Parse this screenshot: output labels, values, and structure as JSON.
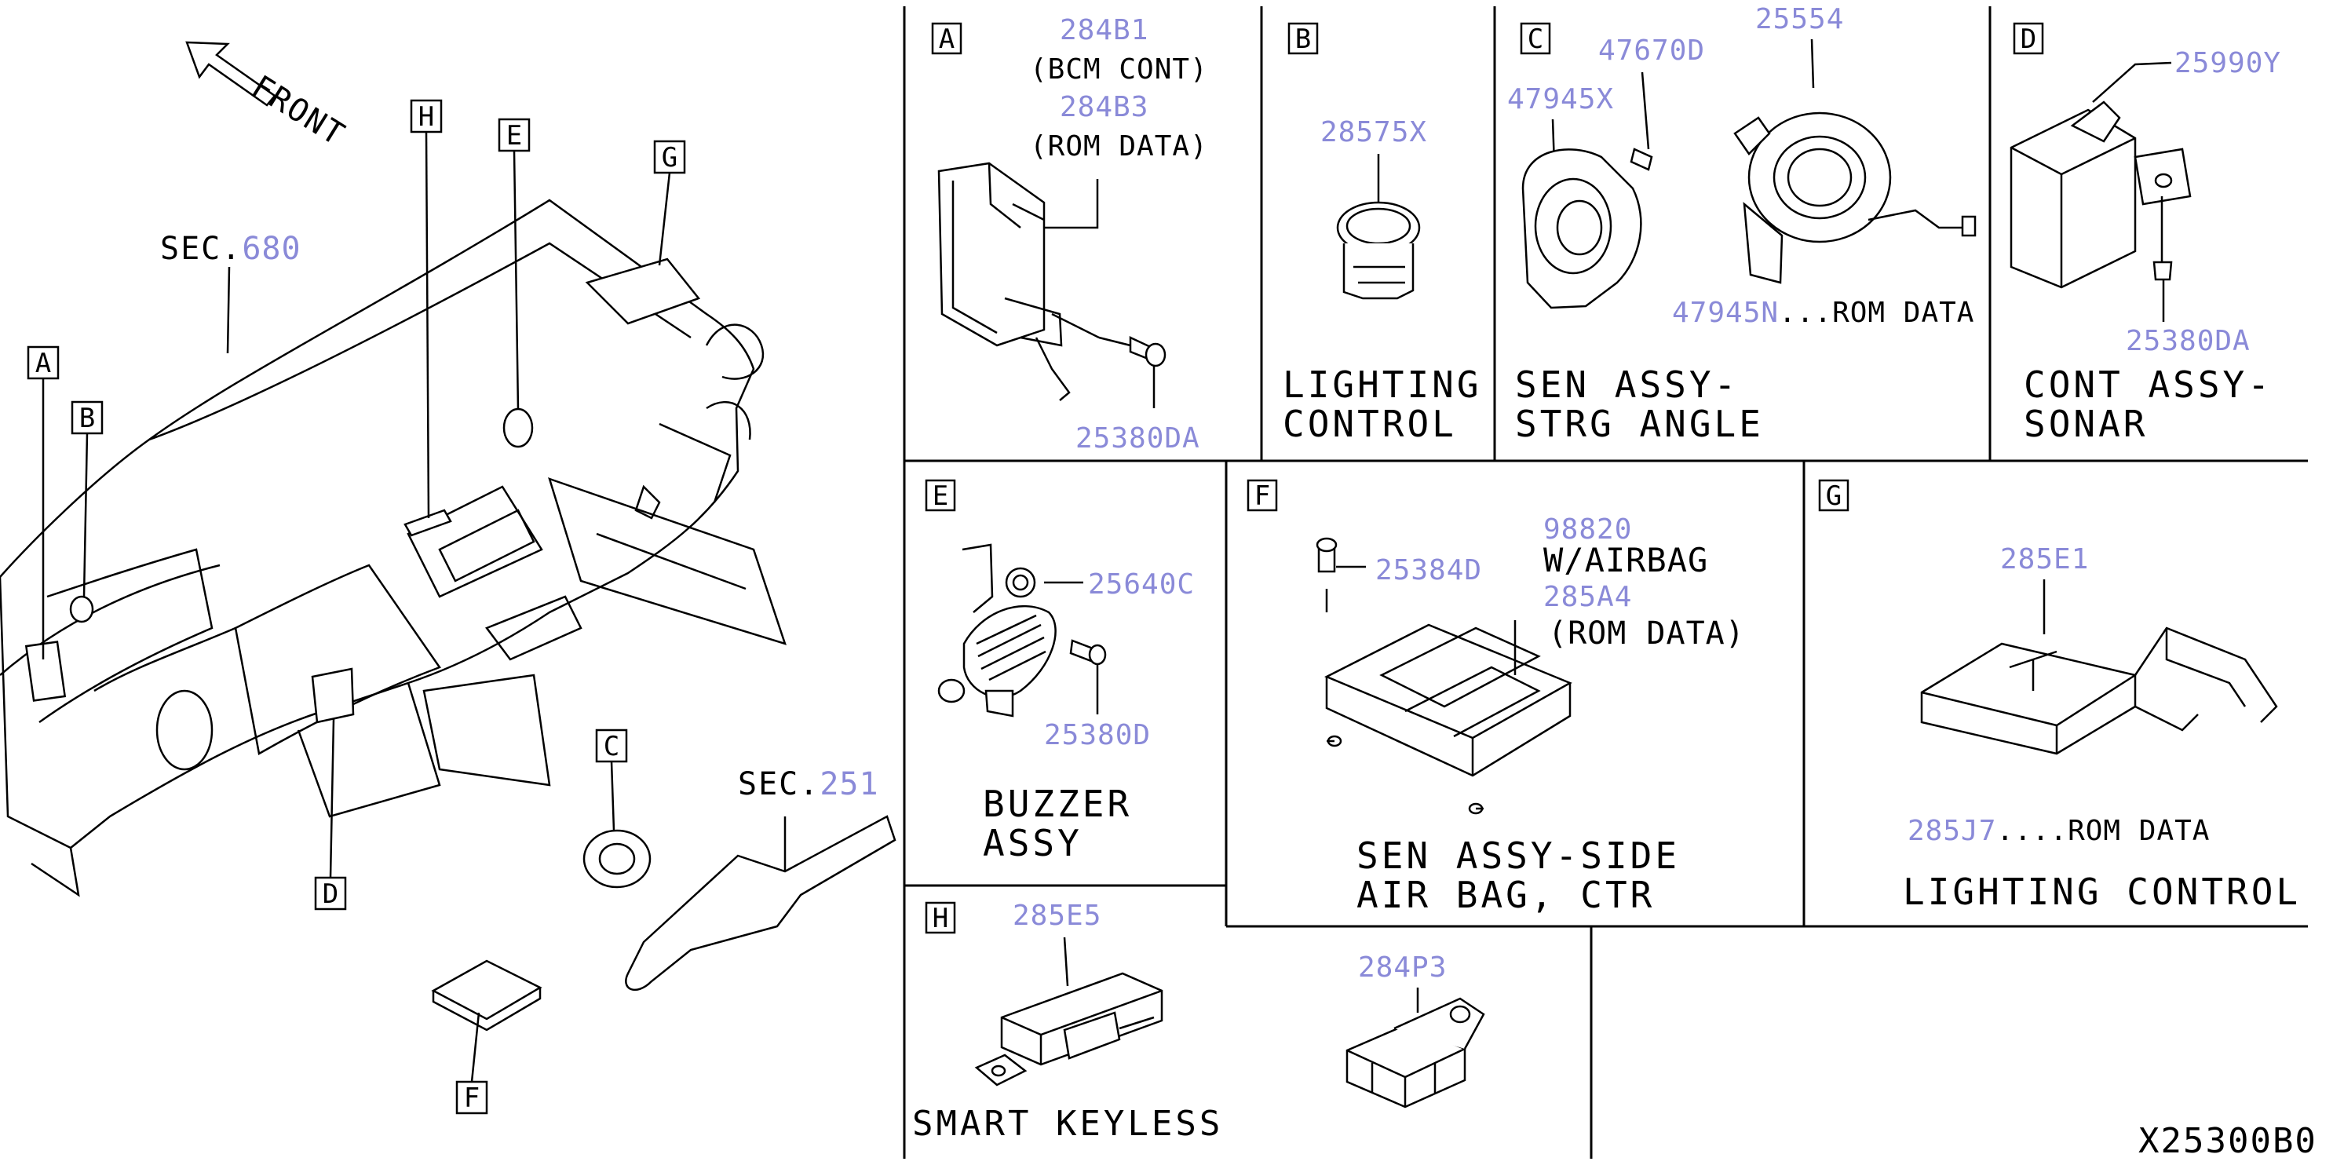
{
  "front_label": "FRONT",
  "sec_labels": [
    {
      "prefix": "SEC.",
      "number": "680"
    },
    {
      "prefix": "SEC.",
      "number": "251"
    }
  ],
  "callouts": [
    "A",
    "B",
    "C",
    "D",
    "E",
    "F",
    "G",
    "H"
  ],
  "panels": {
    "A": {
      "key": "A",
      "parts": [
        {
          "number": "284B1",
          "desc": "(BCM CONT)"
        },
        {
          "number": "284B3",
          "desc": "(ROM DATA)"
        },
        {
          "number": "25380DA",
          "desc": ""
        }
      ]
    },
    "B": {
      "key": "B",
      "parts": [
        {
          "number": "28575X",
          "desc": ""
        }
      ],
      "label": [
        "LIGHTING",
        "CONTROL"
      ]
    },
    "C": {
      "key": "C",
      "parts": [
        {
          "number": "47670D",
          "desc": ""
        },
        {
          "number": "47945X",
          "desc": ""
        },
        {
          "number": "25554",
          "desc": ""
        },
        {
          "number": "47945N",
          "desc": "...ROM DATA"
        }
      ],
      "label": [
        "SEN ASSY-",
        "STRG ANGLE"
      ]
    },
    "D": {
      "key": "D",
      "parts": [
        {
          "number": "25990Y",
          "desc": ""
        },
        {
          "number": "25380DA",
          "desc": ""
        }
      ],
      "label": [
        "CONT ASSY-",
        "SONAR"
      ]
    },
    "E": {
      "key": "E",
      "parts": [
        {
          "number": "25640C",
          "desc": ""
        },
        {
          "number": "25380D",
          "desc": ""
        }
      ],
      "label": [
        "BUZZER",
        "ASSY"
      ]
    },
    "F": {
      "key": "F",
      "parts": [
        {
          "number": "25384D",
          "desc": ""
        },
        {
          "number": "98820",
          "desc": "W/AIRBAG"
        },
        {
          "number": "285A4",
          "desc": "(ROM DATA)"
        }
      ],
      "label": [
        "SEN ASSY-SIDE",
        "AIR BAG, CTR"
      ]
    },
    "G": {
      "key": "G",
      "parts": [
        {
          "number": "285E1",
          "desc": ""
        },
        {
          "number": "285J7",
          "desc": "....ROM DATA"
        }
      ],
      "label": [
        "LIGHTING CONTROL"
      ]
    },
    "H": {
      "key": "H",
      "parts": [
        {
          "number": "285E5",
          "desc": ""
        }
      ],
      "label": [
        "SMART KEYLESS"
      ]
    },
    "extra": {
      "parts": [
        {
          "number": "284P3",
          "desc": ""
        }
      ]
    }
  },
  "drawing_id": "X25300B0"
}
